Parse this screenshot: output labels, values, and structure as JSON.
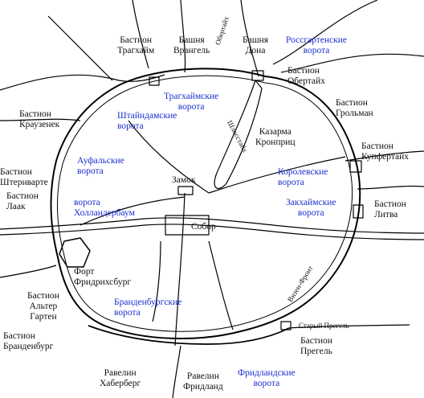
{
  "colors": {
    "gate_label": "#1a2fd0",
    "bastion_label": "#111111",
    "lines": "#000000"
  },
  "labels": {
    "bastion_tragheim": [
      "Бастион",
      "Трагхайм"
    ],
    "tower_wrangel": [
      "Башня",
      "Врангель"
    ],
    "tower_dohna": [
      "Башня",
      "Дона"
    ],
    "rossgarten_gate": [
      "Россгартенские",
      "ворота"
    ],
    "bastion_obertaich": [
      "Бастион",
      "Обертайх"
    ],
    "bastion_grolman": [
      "Бастион",
      "Грольман"
    ],
    "tragheim_gate": [
      "Трагхаймские",
      "ворота"
    ],
    "bastion_krausenek": [
      "Бастион",
      "Краузенек"
    ],
    "steindamm_gate": [
      "Штайндамские",
      "ворота"
    ],
    "barracks": [
      "Казарма",
      "Кронприц"
    ],
    "bastion_kupfertaich": [
      "Бастион",
      "Купфертайх"
    ],
    "bastion_sternwarte": [
      "Бастион",
      "Штернварте"
    ],
    "ausfall_gate": [
      "Ауфальские",
      "ворота"
    ],
    "castle": "Замок",
    "royal_gate": [
      "Королевские",
      "ворота"
    ],
    "bastion_laak": [
      "Бастион",
      "Лаак"
    ],
    "hollaender_gate": [
      "ворота",
      "Холландербаум"
    ],
    "sackheim_gate": [
      "Закхаймские",
      "ворота"
    ],
    "bastion_litva": [
      "Бастион",
      "Литва"
    ],
    "cathedral": "Собор",
    "fort_friedrichsburg": [
      "Форт",
      "Фридрихсбург"
    ],
    "bastion_altergarten": [
      "Бастион",
      "Альтер",
      "Гартен"
    ],
    "brandenburg_gate": [
      "Бранденбургские",
      "ворота"
    ],
    "bastion_brandenburg": [
      "Бастион",
      "Бранденбург"
    ],
    "bastion_pregel": [
      "Бастион",
      "Прегель"
    ],
    "ravelin_haberberg": [
      "Равелин",
      "Хаберберг"
    ],
    "ravelin_friedland": [
      "Равелин",
      "Фридланд"
    ],
    "friedland_gate": [
      "Фридландские",
      "ворота"
    ],
    "river_obertaich": "Обертайх",
    "front_vizen": "Визен-Фронт",
    "river_schlossteich": "Шлосстайх",
    "river_old_pregel": "Старый Прегель"
  }
}
